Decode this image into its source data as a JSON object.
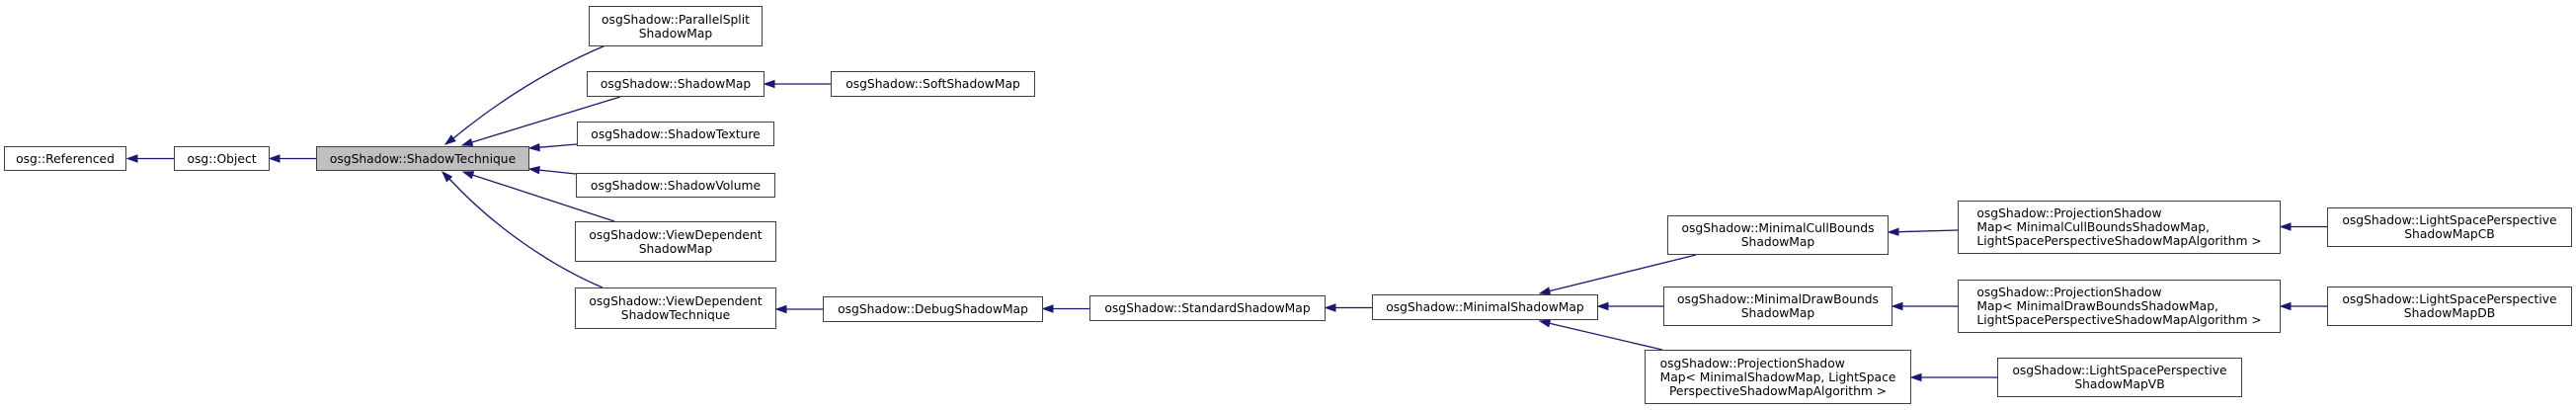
{
  "colors": {
    "edge": "#191970",
    "node_border": "#404040",
    "node_fill": "#ffffff",
    "highlight_fill": "#bfbfbf",
    "text": "#000000"
  },
  "nodes": [
    {
      "lines": [
        "osg::Referenced"
      ]
    },
    {
      "lines": [
        "osg::Object"
      ]
    },
    {
      "lines": [
        "osgShadow::ShadowTechnique"
      ],
      "highlighted": true
    },
    {
      "lines": [
        "osgShadow::ParallelSplit",
        "ShadowMap"
      ]
    },
    {
      "lines": [
        "osgShadow::ShadowMap"
      ]
    },
    {
      "lines": [
        "osgShadow::SoftShadowMap"
      ]
    },
    {
      "lines": [
        "osgShadow::ShadowTexture"
      ]
    },
    {
      "lines": [
        "osgShadow::ShadowVolume"
      ]
    },
    {
      "lines": [
        "osgShadow::ViewDependent",
        "ShadowMap"
      ]
    },
    {
      "lines": [
        "osgShadow::ViewDependent",
        "ShadowTechnique"
      ]
    },
    {
      "lines": [
        "osgShadow::DebugShadowMap"
      ]
    },
    {
      "lines": [
        "osgShadow::StandardShadowMap"
      ]
    },
    {
      "lines": [
        "osgShadow::MinimalShadowMap"
      ]
    },
    {
      "lines": [
        "osgShadow::MinimalCullBounds",
        "ShadowMap"
      ]
    },
    {
      "lines": [
        "osgShadow::MinimalDrawBounds",
        "ShadowMap"
      ]
    },
    {
      "lines": [
        "osgShadow::ProjectionShadow",
        "Map< MinimalShadowMap, LightSpace",
        "PerspectiveShadowMapAlgorithm >"
      ]
    },
    {
      "lines": [
        "osgShadow::ProjectionShadow",
        "Map< MinimalCullBoundsShadowMap,",
        "LightSpacePerspectiveShadowMapAlgorithm >"
      ]
    },
    {
      "lines": [
        "osgShadow::ProjectionShadow",
        "Map< MinimalDrawBoundsShadowMap,",
        "LightSpacePerspectiveShadowMapAlgorithm >"
      ]
    },
    {
      "lines": [
        "osgShadow::LightSpacePerspective",
        "ShadowMapCB"
      ]
    },
    {
      "lines": [
        "osgShadow::LightSpacePerspective",
        "ShadowMapDB"
      ]
    },
    {
      "lines": [
        "osgShadow::LightSpacePerspective",
        "ShadowMapVB"
      ]
    }
  ],
  "edges": [
    {
      "child": "osg::Object",
      "parent": "osg::Referenced"
    },
    {
      "child": "osgShadow::ShadowTechnique",
      "parent": "osg::Object"
    },
    {
      "child": "osgShadow::ParallelSplitShadowMap",
      "parent": "osgShadow::ShadowTechnique"
    },
    {
      "child": "osgShadow::ShadowMap",
      "parent": "osgShadow::ShadowTechnique"
    },
    {
      "child": "osgShadow::ShadowTexture",
      "parent": "osgShadow::ShadowTechnique"
    },
    {
      "child": "osgShadow::ShadowVolume",
      "parent": "osgShadow::ShadowTechnique"
    },
    {
      "child": "osgShadow::ViewDependentShadowMap",
      "parent": "osgShadow::ShadowTechnique"
    },
    {
      "child": "osgShadow::ViewDependentShadowTechnique",
      "parent": "osgShadow::ShadowTechnique"
    },
    {
      "child": "osgShadow::SoftShadowMap",
      "parent": "osgShadow::ShadowMap"
    },
    {
      "child": "osgShadow::DebugShadowMap",
      "parent": "osgShadow::ViewDependentShadowTechnique"
    },
    {
      "child": "osgShadow::StandardShadowMap",
      "parent": "osgShadow::DebugShadowMap"
    },
    {
      "child": "osgShadow::MinimalShadowMap",
      "parent": "osgShadow::StandardShadowMap"
    },
    {
      "child": "osgShadow::MinimalCullBoundsShadowMap",
      "parent": "osgShadow::MinimalShadowMap"
    },
    {
      "child": "osgShadow::MinimalDrawBoundsShadowMap",
      "parent": "osgShadow::MinimalShadowMap"
    },
    {
      "child": "osgShadow::ProjectionShadowMap< MinimalShadowMap, LightSpacePerspectiveShadowMapAlgorithm >",
      "parent": "osgShadow::MinimalShadowMap"
    },
    {
      "child": "osgShadow::ProjectionShadowMap< MinimalCullBoundsShadowMap, LightSpacePerspectiveShadowMapAlgorithm >",
      "parent": "osgShadow::MinimalCullBoundsShadowMap"
    },
    {
      "child": "osgShadow::ProjectionShadowMap< MinimalDrawBoundsShadowMap, LightSpacePerspectiveShadowMapAlgorithm >",
      "parent": "osgShadow::MinimalDrawBoundsShadowMap"
    },
    {
      "child": "osgShadow::LightSpacePerspectiveShadowMapCB",
      "parent": "osgShadow::ProjectionShadowMap< MinimalCullBoundsShadowMap, LightSpacePerspectiveShadowMapAlgorithm >"
    },
    {
      "child": "osgShadow::LightSpacePerspectiveShadowMapDB",
      "parent": "osgShadow::ProjectionShadowMap< MinimalDrawBoundsShadowMap, LightSpacePerspectiveShadowMapAlgorithm >"
    },
    {
      "child": "osgShadow::LightSpacePerspectiveShadowMapVB",
      "parent": "osgShadow::ProjectionShadowMap< MinimalShadowMap, LightSpacePerspectiveShadowMapAlgorithm >"
    }
  ]
}
